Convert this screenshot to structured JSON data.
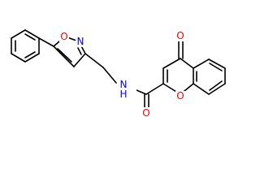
{
  "molecule": {
    "atom_labels": {
      "isoxazole_oxygen": "O",
      "isoxazole_nitrogen": "N",
      "amide_nh": "N",
      "amide_nh_h": "H",
      "carbonyl_oxygen_amide": "O",
      "chromone_ring_oxygen": "O",
      "chromone_ketone_oxygen": "O"
    },
    "colors": {
      "bond": "#000000",
      "oxygen": "#ff0000",
      "nitrogen": "#0000ff"
    }
  }
}
